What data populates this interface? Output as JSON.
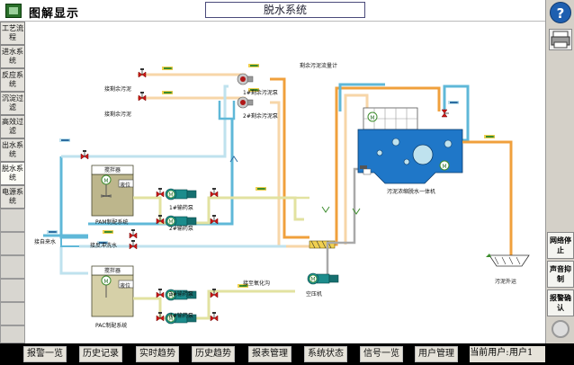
{
  "header": {
    "page_title": "图解显示",
    "system_name": "脱水系统"
  },
  "left_nav": [
    {
      "label": "工艺流程"
    },
    {
      "label": "进水系统"
    },
    {
      "label": "反应系统"
    },
    {
      "label": "沉淀过滤"
    },
    {
      "label": "高效过滤"
    },
    {
      "label": "出水系统"
    },
    {
      "label": "脱水系统"
    },
    {
      "label": "电源系统"
    }
  ],
  "right_panel": {
    "help": "?",
    "btn_stop": "网络停止",
    "btn_mute": "声音抑制",
    "btn_ack": "报警确认"
  },
  "bottom_bar": {
    "buttons": [
      "报警一览",
      "历史记录",
      "实时趋势",
      "历史趋势",
      "报表管理",
      "系统状态",
      "信号一览",
      "用户管理"
    ],
    "user_label": "当前用户:",
    "user_value": "用户1"
  },
  "diagram": {
    "labels": {
      "excess_sludge_meter": "剩余污泥流量计",
      "from_excess_1": "接剩余污泥",
      "from_excess_2": "接剩余污泥",
      "excess_pump_1": "1#剩余污泥泵",
      "excess_pump_2": "2#剩余污泥泵",
      "mixer_1": "搅拌器",
      "mixer_2": "搅拌器",
      "level_meter_1": "液位",
      "level_meter_2": "液位",
      "pam_system": "PAM制配系统",
      "pac_system": "PAC制配系统",
      "dose_pump_1": "1#输药泵",
      "dose_pump_2": "2#输药泵",
      "dose_pump_3": "3#输药泵",
      "dose_pump_4": "4#输药泵",
      "tap_water": "接自来水",
      "flush_water": "接反冲洗水",
      "to_drain": "接至氧化沟",
      "air_compressor": "空压机",
      "dewatering_machine": "污泥浓缩脱水一体机",
      "sludge_out": "污泥外运"
    }
  },
  "colors": {
    "pipe_sludge": "#f0a03c",
    "pipe_sludge_pale": "#f7d6a8",
    "pipe_water": "#5fb8d8",
    "pipe_water_pale": "#bfe2ee",
    "pipe_chem": "#e2e2a0",
    "pipe_air": "#a9a9a9",
    "machine_blue": "#1f77c8",
    "tank_khaki": "#bdb68c",
    "pump_teal": "#1c8c8c",
    "valve_red": "#d01818",
    "flow_arrow": "#3c8c2c"
  }
}
